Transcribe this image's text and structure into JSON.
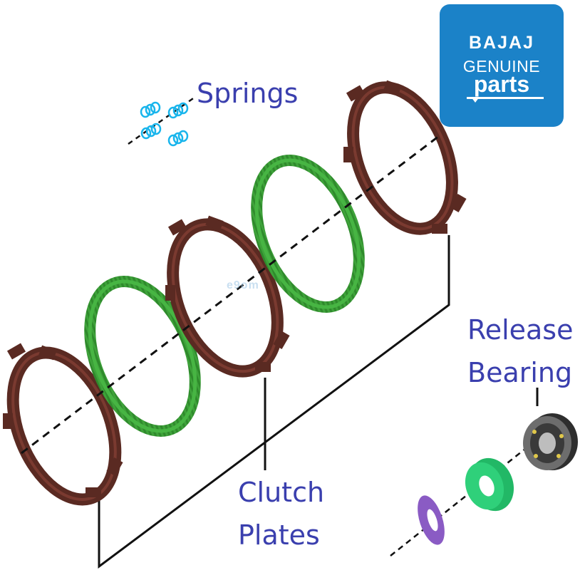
{
  "labels": {
    "springs": "Springs",
    "release_line1": "Release",
    "release_line2": "Bearing",
    "clutch_line1": "Clutch",
    "clutch_line2": "Plates"
  },
  "logo": {
    "brand": "BAJAJ",
    "line2": "GENUINE",
    "line3": "parts"
  },
  "watermark": "e9om",
  "colors": {
    "label_text": "#3a3fae",
    "friction_plate": "#5a2a22",
    "steel_plate": "#3ea23a",
    "spring": "#19b5ec",
    "logo_bg": "#1b82c8",
    "bearing_ring": "#3a3a3a",
    "washer_green": "#2fd07a",
    "washer_purple": "#8a5bc4",
    "leader_line": "#111111"
  }
}
